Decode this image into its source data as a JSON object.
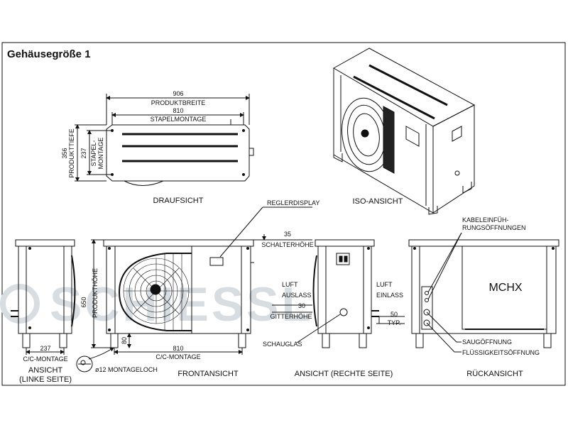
{
  "title": "Gehäusegröße 1",
  "watermark": "SCHIESSL",
  "views": {
    "top": "DRAUFSICHT",
    "iso": "ISO-ANSICHT",
    "left": "ANSICHT",
    "left2": "(LINKE SEITE)",
    "front": "FRONTANSICHT",
    "right": "ANSICHT (RECHTE SEITE)",
    "rear": "RÜCKANSICHT"
  },
  "dims": {
    "d906": "906",
    "produktbreite": "PRODUKTBREITE",
    "d810top": "810",
    "stapelmontage": "STAPELMONTAGE",
    "d356": "356",
    "produkttiefe": "PRODUKTTIEFE",
    "d237top": "237",
    "stapel1": "STAPEL-",
    "stapel2": "MONTAGE",
    "d650": "650",
    "produkthoehe": "PRODUKTHÖHE",
    "d80": "80",
    "d810front": "810",
    "cc_front": "C/C-MONTAGE",
    "d237left": "237",
    "cc_left": "C/C-MONTAGE",
    "d35": "35",
    "schalterhoehe": "SCHALTERHÖHE",
    "d30": "30",
    "gitterhoehe": "GITTERHÖHE",
    "d50": "50",
    "typ": "TYP.",
    "d12": "ø12",
    "montageloch": "MONTAGELOCH"
  },
  "labels": {
    "reglerdisplay": "REGLERDISPLAY",
    "luft_auslass_1": "LUFT",
    "luft_auslass_2": "AUSLASS",
    "luft_einlass_1": "LUFT",
    "luft_einlass_2": "EINLASS",
    "schauglas": "SCHAUGLAS",
    "kabel1": "KABELEINFÜH-",
    "kabel2": "RUNGSÖFFNUNGEN",
    "mchx": "MCHX",
    "saug": "SAUGÖFFNUNG",
    "fluessig": "FLÜSSIGKEITSÖFFNUNG"
  },
  "colors": {
    "line": "#111111",
    "watermark": "#d8dde2",
    "background": "#ffffff"
  }
}
